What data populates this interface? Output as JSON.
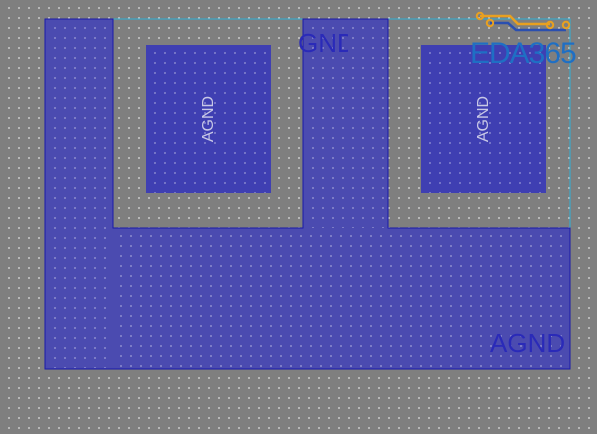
{
  "board": {
    "copper_color": "#4b4bb0",
    "outline_color": "#1a1aa8",
    "board_edge_color": "#2bb0d8"
  },
  "labels": {
    "pour_main": "AGND",
    "pour_top_partial": "GND",
    "pad_left": "AGND",
    "pad_right": "AGND"
  },
  "logo": {
    "text": "EDA365",
    "trace_color": "#e8a020",
    "text_color": "#1f6fc4"
  }
}
